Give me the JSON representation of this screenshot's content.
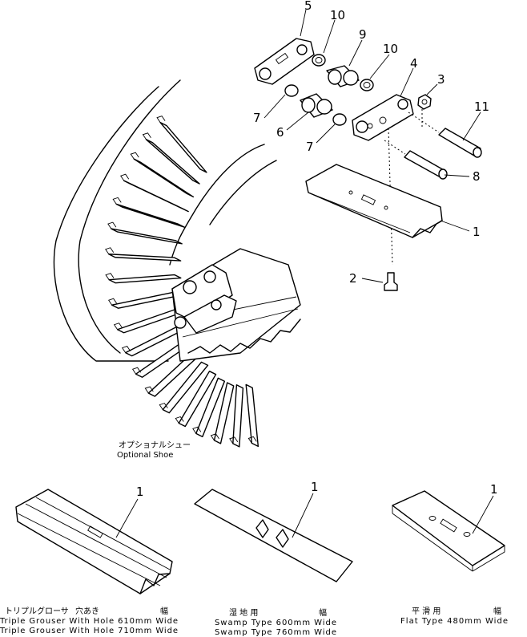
{
  "callouts": {
    "c5": "5",
    "c10a": "10",
    "c9": "9",
    "c10b": "10",
    "c4": "4",
    "c3": "3",
    "c7a": "7",
    "c11": "11",
    "c6": "6",
    "c7b": "7",
    "c8": "8",
    "c1": "1",
    "c2": "2",
    "opt1": "1",
    "opt2": "1",
    "opt3": "1"
  },
  "optional": {
    "jp": "オプショナルシュー",
    "en": "Optional Shoe"
  },
  "captions": {
    "triple": {
      "jp_name": "トリプルグローサ",
      "jp_hole": "穴あき",
      "jp_width": "幅",
      "line1": "Triple Grouser With Hole 610mm Wide",
      "line2": "Triple Grouser With Hole 710mm Wide"
    },
    "swamp": {
      "jp_name": "湿 地 用",
      "jp_width": "幅",
      "line1": "Swamp Type 600mm Wide",
      "line2": "Swamp Type 760mm Wide"
    },
    "flat": {
      "jp_name": "平 滑 用",
      "jp_width": "幅",
      "line1": "Flat Type 480mm Wide"
    }
  }
}
